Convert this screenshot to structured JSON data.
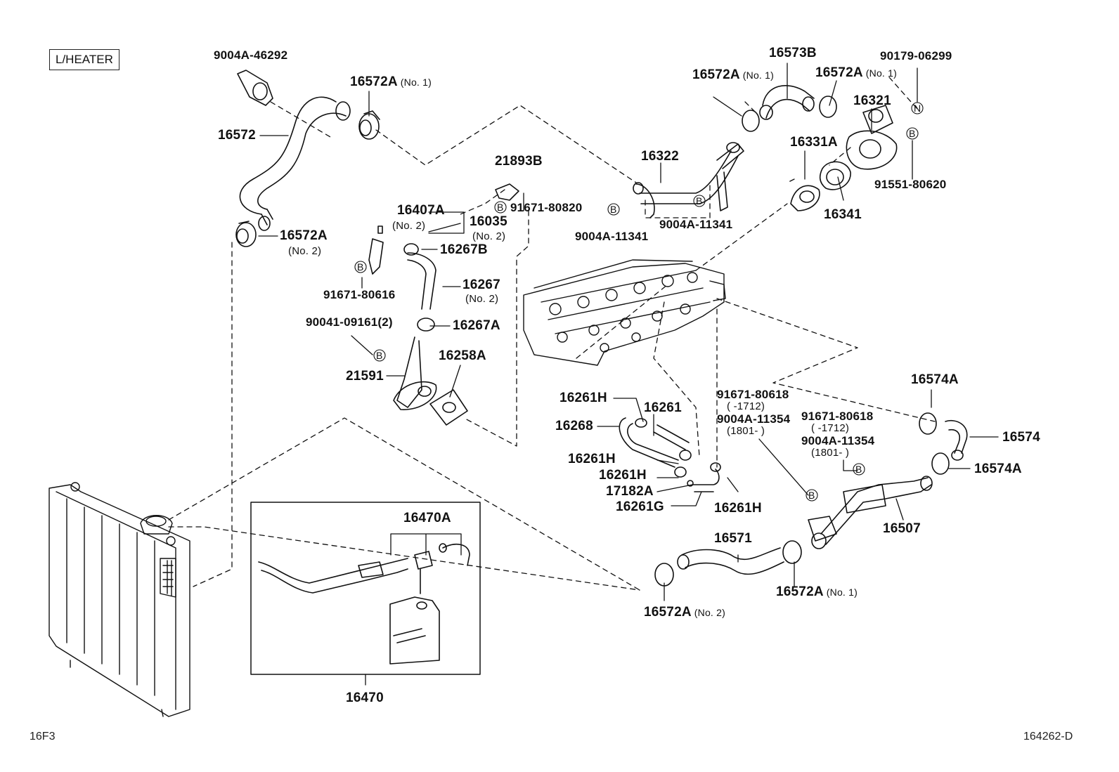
{
  "header": {
    "section": "L/HEATER"
  },
  "footer": {
    "left": "16F3",
    "right": "164262-D"
  },
  "callouts": {
    "c9004A46292": "9004A-46292",
    "c16572": "16572",
    "c16572A_top": "16572A",
    "c16572A_top_sfx": "(No. 1)",
    "c16572A_left": "16572A",
    "c16572A_left_sfx": "(No. 2)",
    "c21893B": "21893B",
    "c16407A": "16407A",
    "c16407A_sfx": "(No. 2)",
    "c16035": "16035",
    "c16035_sfx": "(No. 2)",
    "c91671_80820": "91671-80820",
    "c16267B": "16267B",
    "c91671_80616": "91671-80616",
    "c16267": "16267",
    "c16267_sfx": "(No. 2)",
    "c90041": "90041-09161(2)",
    "c16267A": "16267A",
    "c16258A": "16258A",
    "c21591": "21591",
    "c9004A_11341_a": "9004A-11341",
    "c9004A_11341_b": "9004A-11341",
    "c16322": "16322",
    "c16572A_r1": "16572A",
    "c16572A_r1_sfx": "(No. 1)",
    "c16573B": "16573B",
    "c16572A_r2": "16572A",
    "c16572A_r2_sfx": "(No. 1)",
    "c90179": "90179-06299",
    "c16321": "16321",
    "c16331A": "16331A",
    "c91551": "91551-80620",
    "c16341": "16341",
    "c16261H_1": "16261H",
    "c16261": "16261",
    "c16268": "16268",
    "c16261H_2": "16261H",
    "c16261H_3": "16261H",
    "c17182A": "17182A",
    "c16261G": "16261G",
    "c16261H_4": "16261H",
    "c91671_80618_a": "91671-80618",
    "c1712_a": "(        -1712)",
    "c9004A_11354_a": "9004A-11354",
    "c1801_a": "(1801-        )",
    "c91671_80618_b": "91671-80618",
    "c1712_b": "(        -1712)",
    "c9004A_11354_b": "9004A-11354",
    "c1801_b": "(1801-        )",
    "c16574A_top": "16574A",
    "c16574": "16574",
    "c16574A_bot": "16574A",
    "c16507": "16507",
    "c16571": "16571",
    "c16572A_b1": "16572A",
    "c16572A_b1_sfx": "(No. 1)",
    "c16572A_b2": "16572A",
    "c16572A_b2_sfx": "(No. 2)",
    "c16470A": "16470A",
    "c16470": "16470"
  },
  "markers": {
    "bolt": "B",
    "nut": "N"
  }
}
